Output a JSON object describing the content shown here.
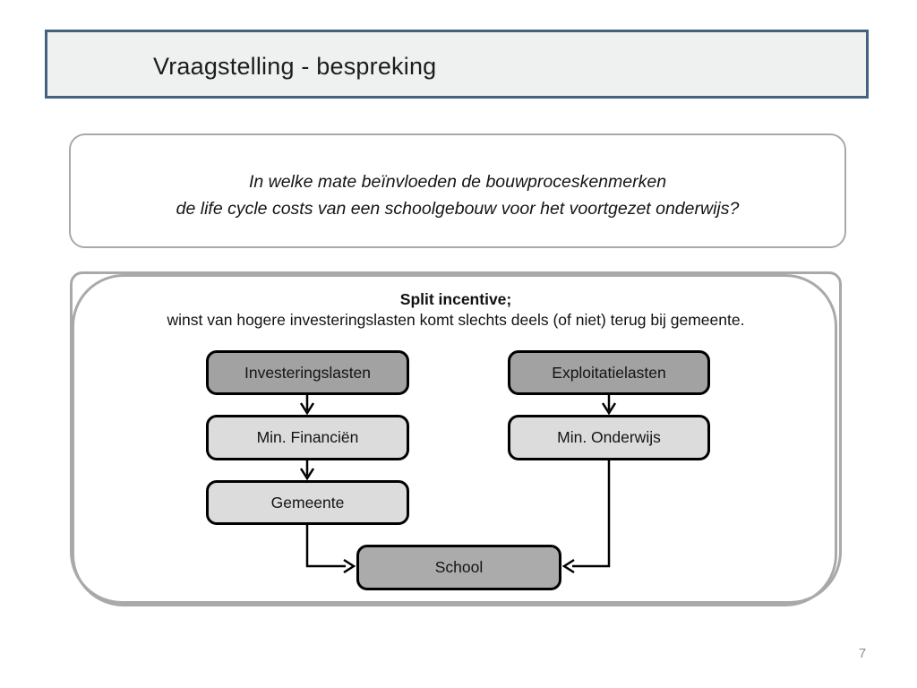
{
  "slide": {
    "title": "Vraagstelling - bespreking",
    "page_number": "7"
  },
  "question_box": {
    "line1": "In welke mate beïnvloeden de bouwproceskenmerken",
    "line2": "de life cycle costs van een schoolgebouw voor het voortgezet onderwijs?"
  },
  "diagram": {
    "heading": {
      "bold": "Split incentive;",
      "text": "winst van hogere investeringslasten komt slechts deels (of niet) terug bij gemeente."
    },
    "nodes": {
      "investeringslasten": "Investeringslasten",
      "exploitatielasten": "Exploitatielasten",
      "min_financien": "Min. Financiën",
      "min_onderwijs": "Min. Onderwijs",
      "gemeente": "Gemeente",
      "school": "School"
    }
  },
  "colors": {
    "title_border": "#44617e",
    "title_fill": "#eff1f0",
    "frame_border": "#a9a9a9",
    "node_dark": "#a2a2a2",
    "node_light": "#dcdcdc",
    "node_school": "#ababab",
    "arrow": "#000000"
  }
}
